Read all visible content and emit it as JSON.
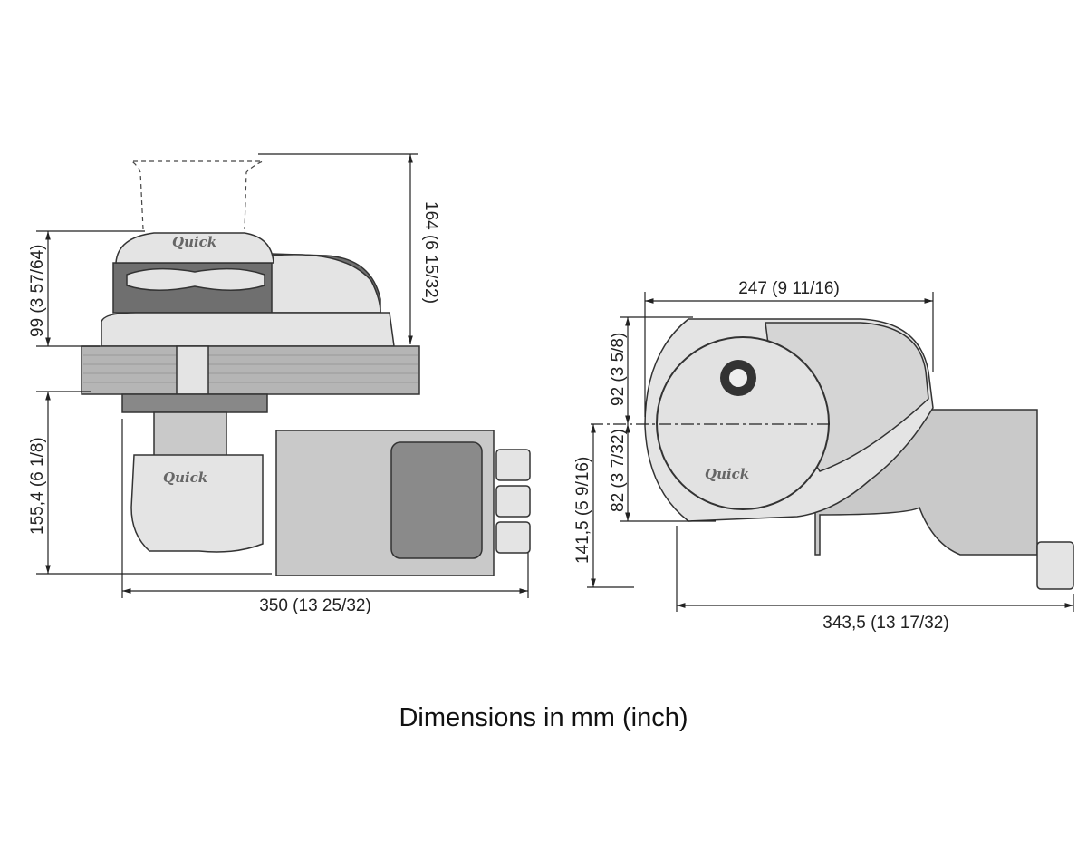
{
  "side_view": {
    "height_total": "164 (6 15/32)",
    "height_above_deck": "99 (3 57/64)",
    "height_below_deck": "155,4 (6 1/8)",
    "length_below_deck": "350 (13 25/32)"
  },
  "front_view": {
    "width_top": "247 (9 11/16)",
    "upper_to_axis": "92 (3 5/8)",
    "axis_to_lower": "82 (3 7/32)",
    "axis_to_bottom": "141,5 (5 9/16)",
    "length_below_deck": "343,5 (13 17/32)"
  },
  "brand_logo": "Quick",
  "caption": "Dimensions in mm (inch)"
}
